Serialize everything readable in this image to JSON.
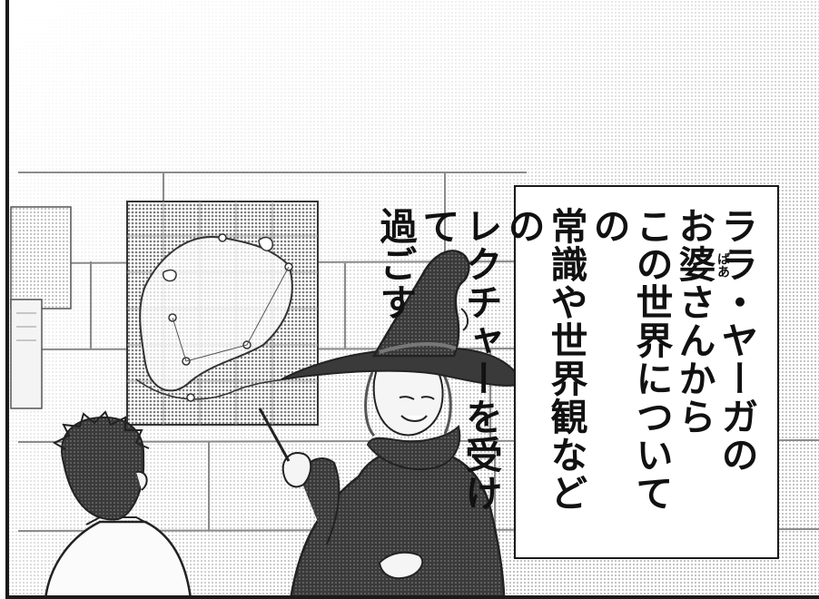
{
  "caption": {
    "lines": [
      "ララ・ヤーガの",
      "お婆さんから",
      "この世界についての",
      "常識や世界観などの",
      "レクチャーを受けて",
      "過ごす"
    ],
    "furigana": "ばあ"
  },
  "colors": {
    "ink": "#1a1a1a",
    "screentone_light": "#d9d9d9",
    "screentone_mid": "#bdbdbd",
    "screentone_dark": "#4a4a4a"
  }
}
